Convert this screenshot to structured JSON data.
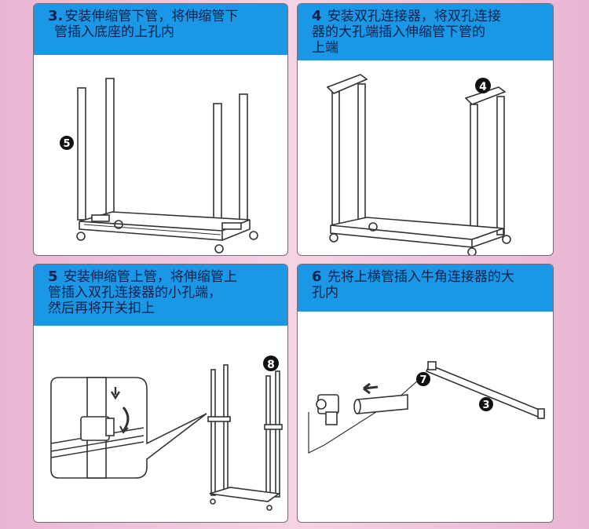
{
  "panels": [
    {
      "step": "3.",
      "text_lines": [
        "安装伸缩管下管，将伸缩管下",
        "管插入底座的上孔内"
      ],
      "callouts": [
        "5"
      ]
    },
    {
      "step": "4",
      "text_lines": [
        "安装双孔连接器，将双孔连接",
        "器的大孔端插入伸缩管下管的",
        "上端"
      ],
      "callouts": [
        "4"
      ]
    },
    {
      "step": "5",
      "text_lines": [
        "安装伸缩管上管，将伸缩管上",
        "管插入双孔连接器的小孔端，",
        "然后再将开关扣上"
      ],
      "callouts": [
        "8"
      ]
    },
    {
      "step": "6",
      "text_lines": [
        "先将上横管插入牛角连接器的大",
        "孔内"
      ],
      "callouts": [
        "7",
        "3"
      ]
    }
  ],
  "colors": {
    "header_bg": "#1a98e6",
    "header_text": "#10204a",
    "page_bg": "#f0c6dc",
    "line": "#333333"
  }
}
